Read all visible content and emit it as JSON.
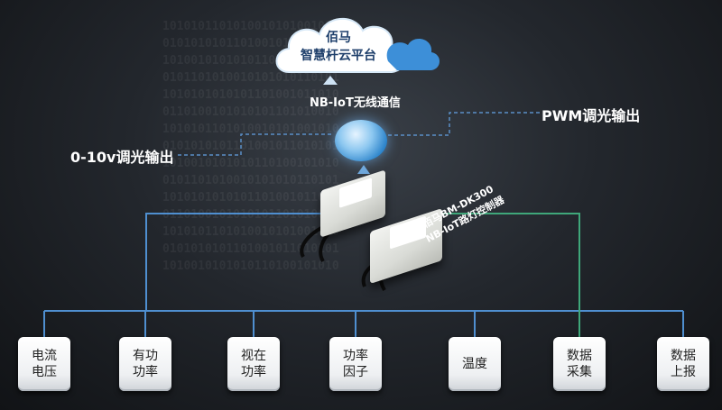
{
  "cloud": {
    "line1": "佰马",
    "line2": "智慧杆云平台"
  },
  "network_label": "NB-IoT无线通信",
  "output_right": "PWM调光输出",
  "output_left": "0-10v调光输出",
  "device": {
    "caption_line1": "佰马BM-DK300",
    "caption_line2": "NB-IoT路灯控制器"
  },
  "nodes": [
    {
      "label": "电流\n电压"
    },
    {
      "label": "有功\n功率"
    },
    {
      "label": "视在\n功率"
    },
    {
      "label": "功率\n因子"
    },
    {
      "label": "温度"
    },
    {
      "label": "数据\n采集"
    },
    {
      "label": "数据\n上报"
    }
  ],
  "colors": {
    "blue_line": "#4f8fd0",
    "green_line": "#3fa77a",
    "dashed_line": "#5b8fc8"
  }
}
